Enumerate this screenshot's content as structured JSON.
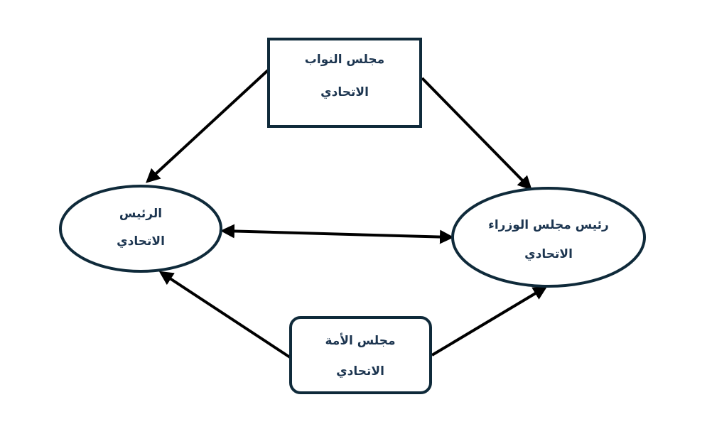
{
  "nodes": {
    "house": {
      "lines": [
        "مجلس النواب",
        "الاتحادي"
      ]
    },
    "president": {
      "lines": [
        "الرئيس",
        "الاتحادي"
      ]
    },
    "prime_minister": {
      "lines": [
        "رئيس مجلس الوزراء",
        "الاتحادي"
      ]
    },
    "nation": {
      "lines": [
        "مجلس الأمة",
        "الاتحادي"
      ]
    }
  },
  "colors": {
    "node_stroke": "#0f2a3a",
    "text": "#1c3550",
    "arrow": "#000000"
  }
}
